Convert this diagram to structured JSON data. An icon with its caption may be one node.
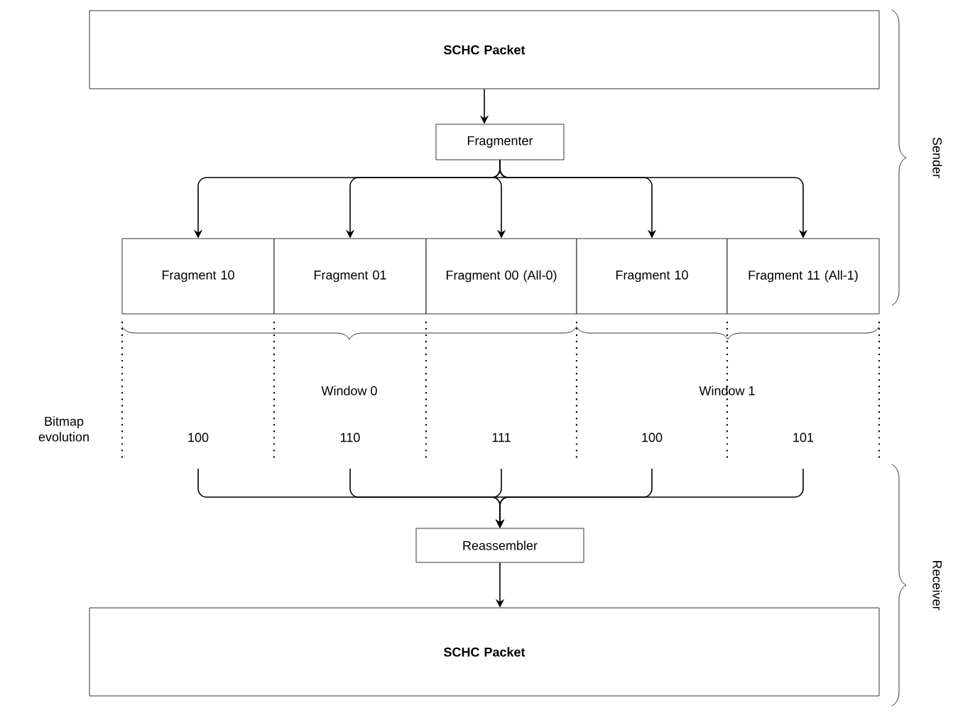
{
  "diagram": {
    "nodes": [
      {
        "text": [
          "SCHC Packet"
        ]
      },
      {
        "text": [
          "Fragmenter"
        ]
      },
      {
        "text": [
          "Fragment 10"
        ]
      },
      {
        "text": [
          "Fragment 01"
        ]
      },
      {
        "text": [
          "Fragment 00 (All-0)"
        ]
      },
      {
        "text": [
          "Fragment 10"
        ]
      },
      {
        "text": [
          "Fragment 11 (All-1)"
        ]
      },
      {
        "text": [
          "100"
        ]
      },
      {
        "text": [
          "110"
        ]
      },
      {
        "text": [
          "111"
        ]
      },
      {
        "text": [
          "100"
        ]
      },
      {
        "text": [
          "101"
        ]
      },
      {
        "text": [
          "Reassembler"
        ]
      },
      {
        "text": [
          "SCHC Packet"
        ]
      }
    ],
    "edges": [
      {
        "from": 0,
        "to": 1,
        "arrow": "to"
      },
      {
        "from": 1,
        "to": 2,
        "arrow": "to"
      },
      {
        "from": 1,
        "to": 3,
        "arrow": "to"
      },
      {
        "from": 1,
        "to": 4,
        "arrow": "to"
      },
      {
        "from": 1,
        "to": 5,
        "arrow": "to"
      },
      {
        "from": 1,
        "to": 6,
        "arrow": "to"
      },
      {
        "from": 7,
        "to": 12,
        "arrow": "to"
      },
      {
        "from": 8,
        "to": 12,
        "arrow": "to"
      },
      {
        "from": 9,
        "to": 12,
        "arrow": "to"
      },
      {
        "from": 10,
        "to": 12,
        "arrow": "to"
      },
      {
        "from": 11,
        "to": 12,
        "arrow": "to"
      },
      {
        "from": 12,
        "to": 13,
        "arrow": "to"
      }
    ],
    "labels": [
      "Sender",
      "Window 0",
      "Window 1",
      "Bitmap evolution",
      "Receiver"
    ]
  }
}
